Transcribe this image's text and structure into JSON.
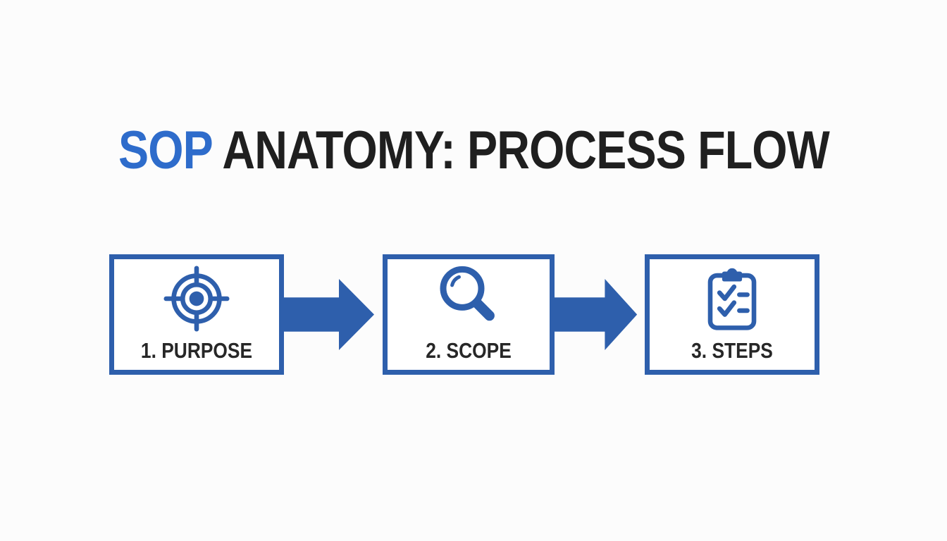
{
  "title": {
    "highlight": "SOP",
    "rest": " ANATOMY: PROCESS FLOW"
  },
  "flow": {
    "steps": [
      {
        "label": "1. PURPOSE",
        "icon": "target-icon"
      },
      {
        "label": "2. SCOPE",
        "icon": "magnifier-icon"
      },
      {
        "label": "3. STEPS",
        "icon": "checklist-clipboard-icon"
      }
    ],
    "connector": "arrow-right"
  },
  "colors": {
    "structure_blue": "#2e5fac",
    "title_blue": "#2e6ccb",
    "title_dark": "#1f1f1f",
    "label_dark": "#272727",
    "box_fill": "#ffffff",
    "background": "#fcfcfc"
  }
}
